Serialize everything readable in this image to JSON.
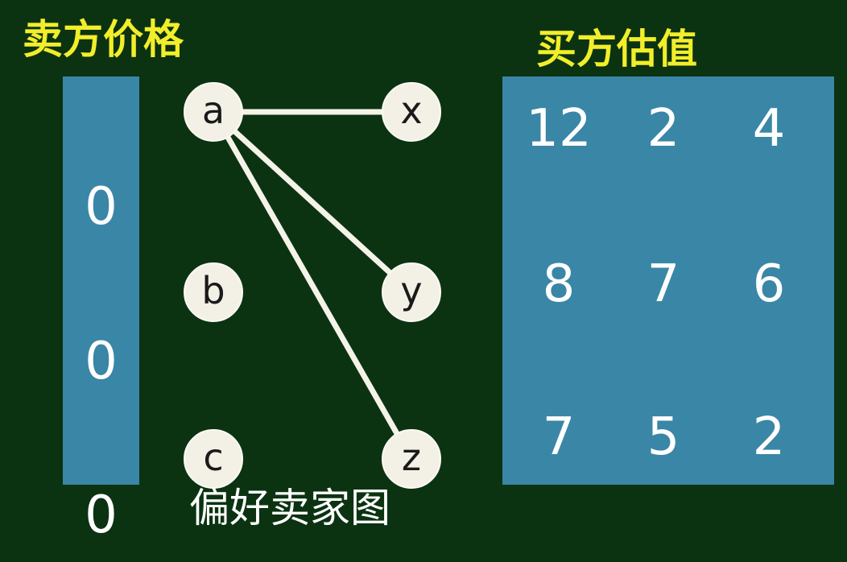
{
  "seller_title": "卖方价格",
  "buyer_title": "买方估值",
  "prices": [
    "0",
    "0",
    "0"
  ],
  "valuations": [
    [
      "12",
      "2",
      "4"
    ],
    [
      "8",
      "7",
      "6"
    ],
    [
      "7",
      "5",
      "2"
    ]
  ],
  "sellers": [
    "a",
    "b",
    "c"
  ],
  "buyers": [
    "x",
    "y",
    "z"
  ],
  "edges": [
    [
      "a",
      "x"
    ],
    [
      "a",
      "y"
    ],
    [
      "a",
      "z"
    ]
  ],
  "caption": "偏好卖家图"
}
